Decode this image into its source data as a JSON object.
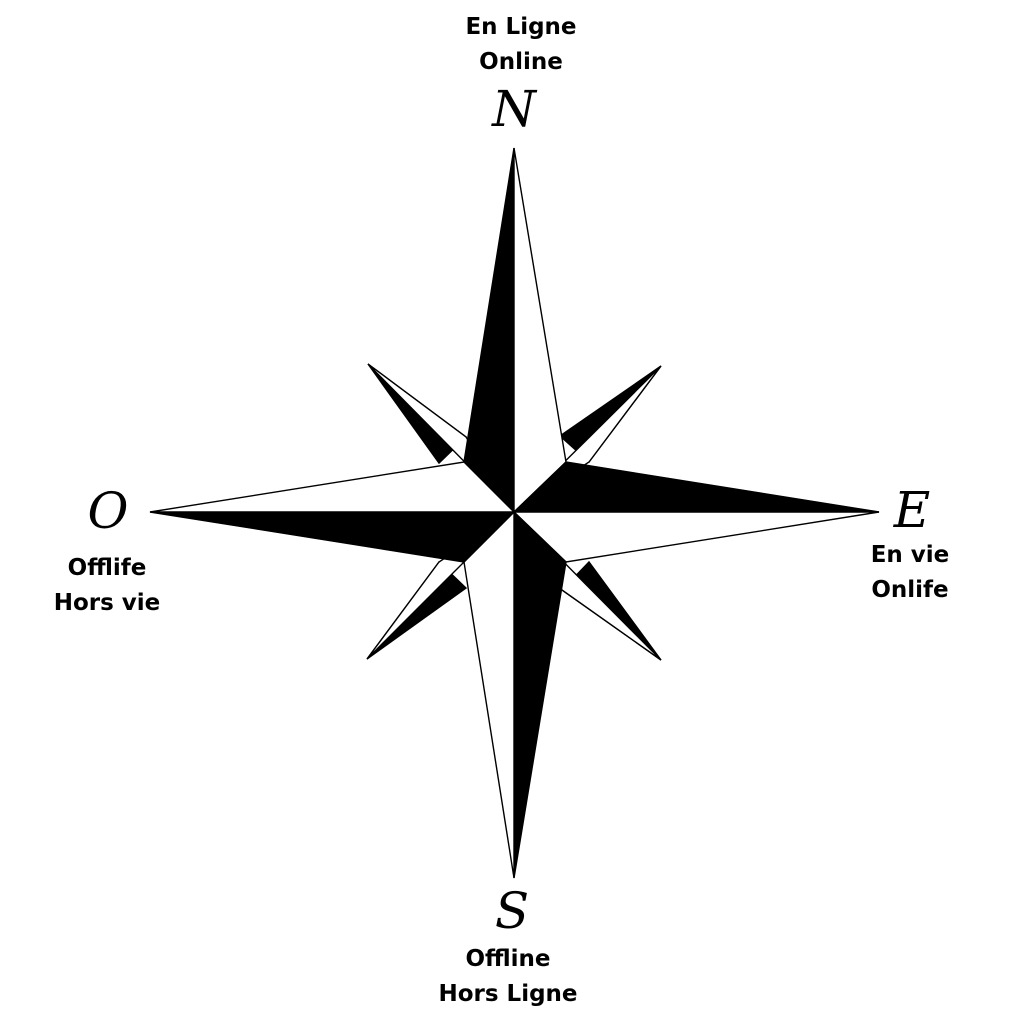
{
  "colors": {
    "background": "#ffffff",
    "ink": "#000000"
  },
  "north": {
    "letter": "N",
    "lines": [
      "En Ligne",
      "Online"
    ]
  },
  "east": {
    "letter": "E",
    "lines": [
      "En vie",
      "Onlife"
    ]
  },
  "south": {
    "letter": "S",
    "lines": [
      "Offline",
      "Hors Ligne"
    ]
  },
  "west": {
    "letter": "O",
    "lines": [
      "Offlife",
      "Hors vie"
    ]
  }
}
